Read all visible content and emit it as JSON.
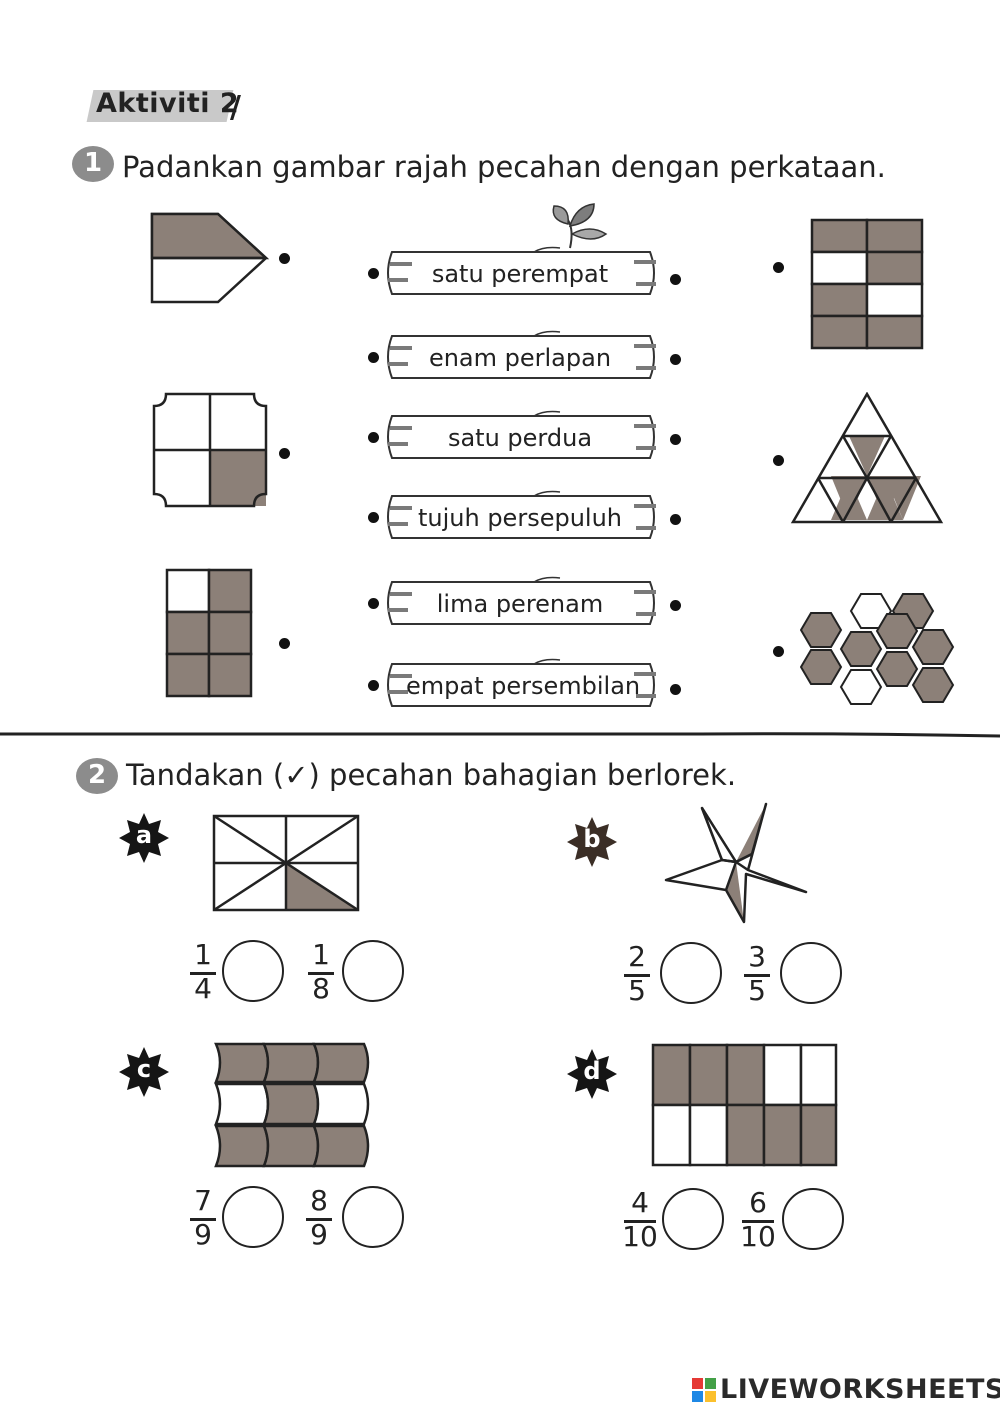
{
  "activity": {
    "title": "Aktiviti 2"
  },
  "q1": {
    "number": "1",
    "instruction": "Padankan gambar rajah pecahan dengan perkataan.",
    "words": [
      "satu perempat",
      "enam perlapan",
      "satu perdua",
      "tujuh persepuluh",
      "lima perenam",
      "empat persembilan"
    ]
  },
  "q2": {
    "number": "2",
    "instruction": "Tandakan (✓) pecahan bahagian berlorek.",
    "items": [
      {
        "label": "a",
        "options": [
          {
            "num": "1",
            "den": "4"
          },
          {
            "num": "1",
            "den": "8"
          }
        ]
      },
      {
        "label": "b",
        "options": [
          {
            "num": "2",
            "den": "5"
          },
          {
            "num": "3",
            "den": "5"
          }
        ]
      },
      {
        "label": "c",
        "options": [
          {
            "num": "7",
            "den": "9"
          },
          {
            "num": "8",
            "den": "9"
          }
        ]
      },
      {
        "label": "d",
        "options": [
          {
            "num": "4",
            "den": "10"
          },
          {
            "num": "6",
            "den": "10"
          }
        ]
      }
    ]
  },
  "colors": {
    "shade": "#8c8078",
    "line": "#222222"
  },
  "watermark": {
    "text": "LIVEWORKSHEETS"
  }
}
